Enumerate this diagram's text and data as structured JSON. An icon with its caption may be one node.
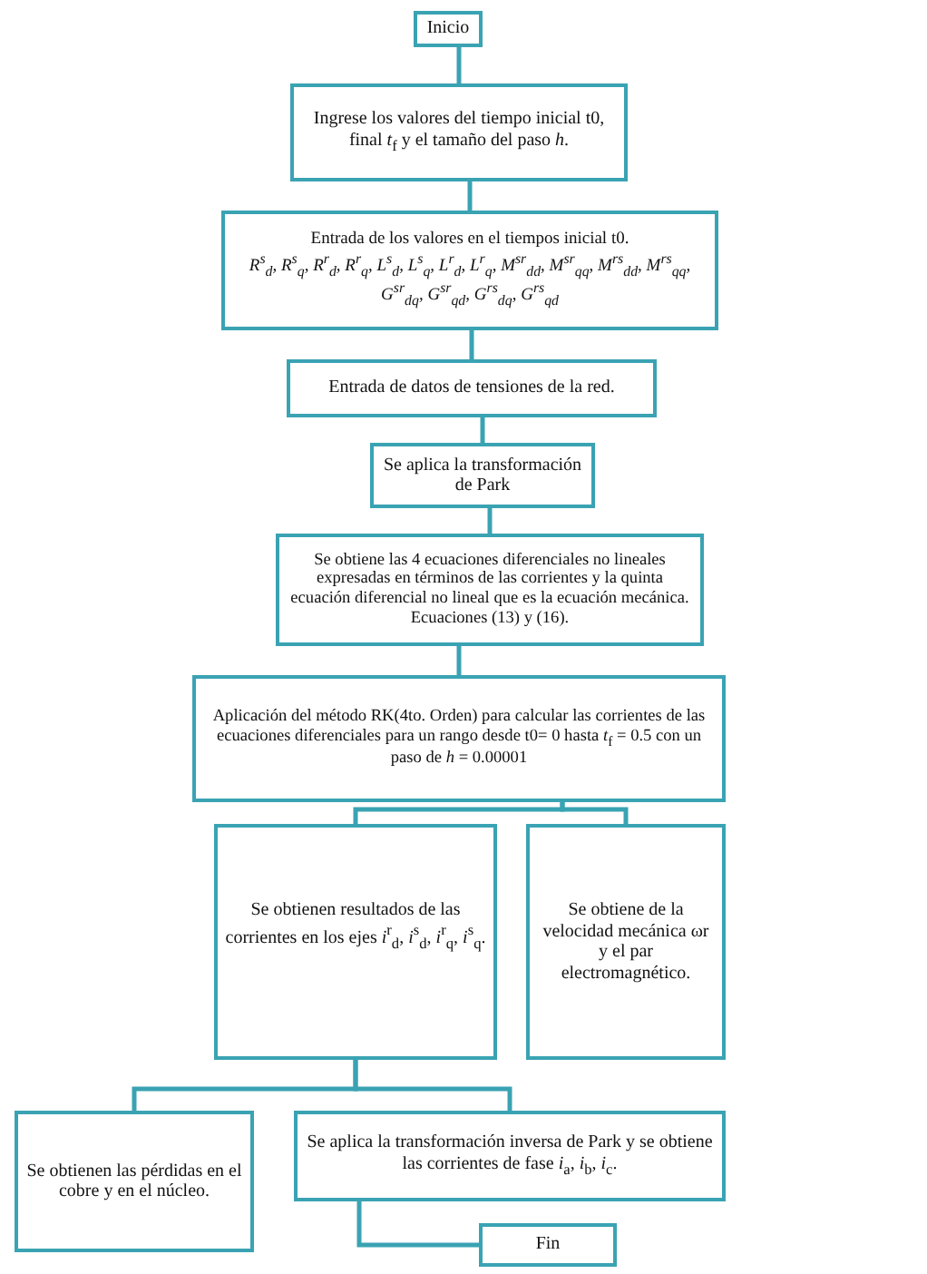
{
  "diagram": {
    "nodes": [
      {
        "text": [
          "Inicio"
        ]
      },
      {
        "text": [
          "Ingrese los valores del tiempo inicial t0, final *t*$_{f}$ y el tamaño del paso *h*."
        ]
      },
      {
        "text": [
          "Entrada de los valores en el tiempos inicial t0.",
          "R$^{s}$$_{d}$, R$^{s}$$_{q}$, R$^{r}$$_{d}$, R$^{r}$$_{q}$, L$^{s}$$_{d}$, L$^{s}$$_{q}$, L$^{r}$$_{d}$, L$^{r}$$_{q}$, M$^{sr}$$_{dd}$, M$^{sr}$$_{qq}$, M$^{rs}$$_{dd}$, M$^{rs}$$_{qq}$, G$^{sr}$$_{dq}$, G$^{sr}$$_{qd}$, G$^{rs}$$_{dq}$, G$^{rs}$$_{qd}$"
        ]
      },
      {
        "text": [
          "Entrada de datos de tensiones de la red."
        ]
      },
      {
        "text": [
          "Se aplica la transformación de Park"
        ]
      },
      {
        "text": [
          "Se obtiene las 4 ecuaciones diferenciales no lineales expresadas en términos de las corrientes y la quinta ecuación diferencial no lineal que es la ecuación mecánica. Ecuaciones (13) y (16)."
        ]
      },
      {
        "text": [
          "Aplicación del método RK(4to. Orden) para calcular las corrientes de las ecuaciones diferenciales para un rango desde t0= 0 hasta *t*$_{f}$ = 0.5 con un paso de *h* = 0.00001"
        ]
      },
      {
        "text": [
          "Se obtienen resultados de las corrientes en los ejes *i*$^{r}$$_{d}$, *i*$^{s}$$_{d}$, *i*$^{r}$$_{q}$, *i*$^{s}$$_{q}$."
        ]
      },
      {
        "text": [
          "Se obtiene de la velocidad mecánica ωr y el par electromagnético."
        ]
      },
      {
        "text": [
          "Se obtienen las pérdidas en el cobre y en el núcleo."
        ]
      },
      {
        "text": [
          "Se aplica la transformación inversa de Park y se obtiene las corrientes de fase *i*$_{a}$, *i*$_{b}$, *i*$_{c}$."
        ]
      },
      {
        "text": [
          "Fin"
        ]
      }
    ],
    "edges": [
      {
        "from": 0,
        "to": 1,
        "arrow": "none"
      },
      {
        "from": 1,
        "to": 2,
        "arrow": "none"
      },
      {
        "from": 2,
        "to": 3,
        "arrow": "none"
      },
      {
        "from": 3,
        "to": 4,
        "arrow": "none"
      },
      {
        "from": 4,
        "to": 5,
        "arrow": "none"
      },
      {
        "from": 5,
        "to": 6,
        "arrow": "none"
      },
      {
        "from": 6,
        "to": 7,
        "arrow": "none"
      },
      {
        "from": 6,
        "to": 8,
        "arrow": "none"
      },
      {
        "from": 7,
        "to": 9,
        "arrow": "none"
      },
      {
        "from": 7,
        "to": 10,
        "arrow": "none"
      },
      {
        "from": 10,
        "to": 11,
        "arrow": "none"
      }
    ]
  }
}
